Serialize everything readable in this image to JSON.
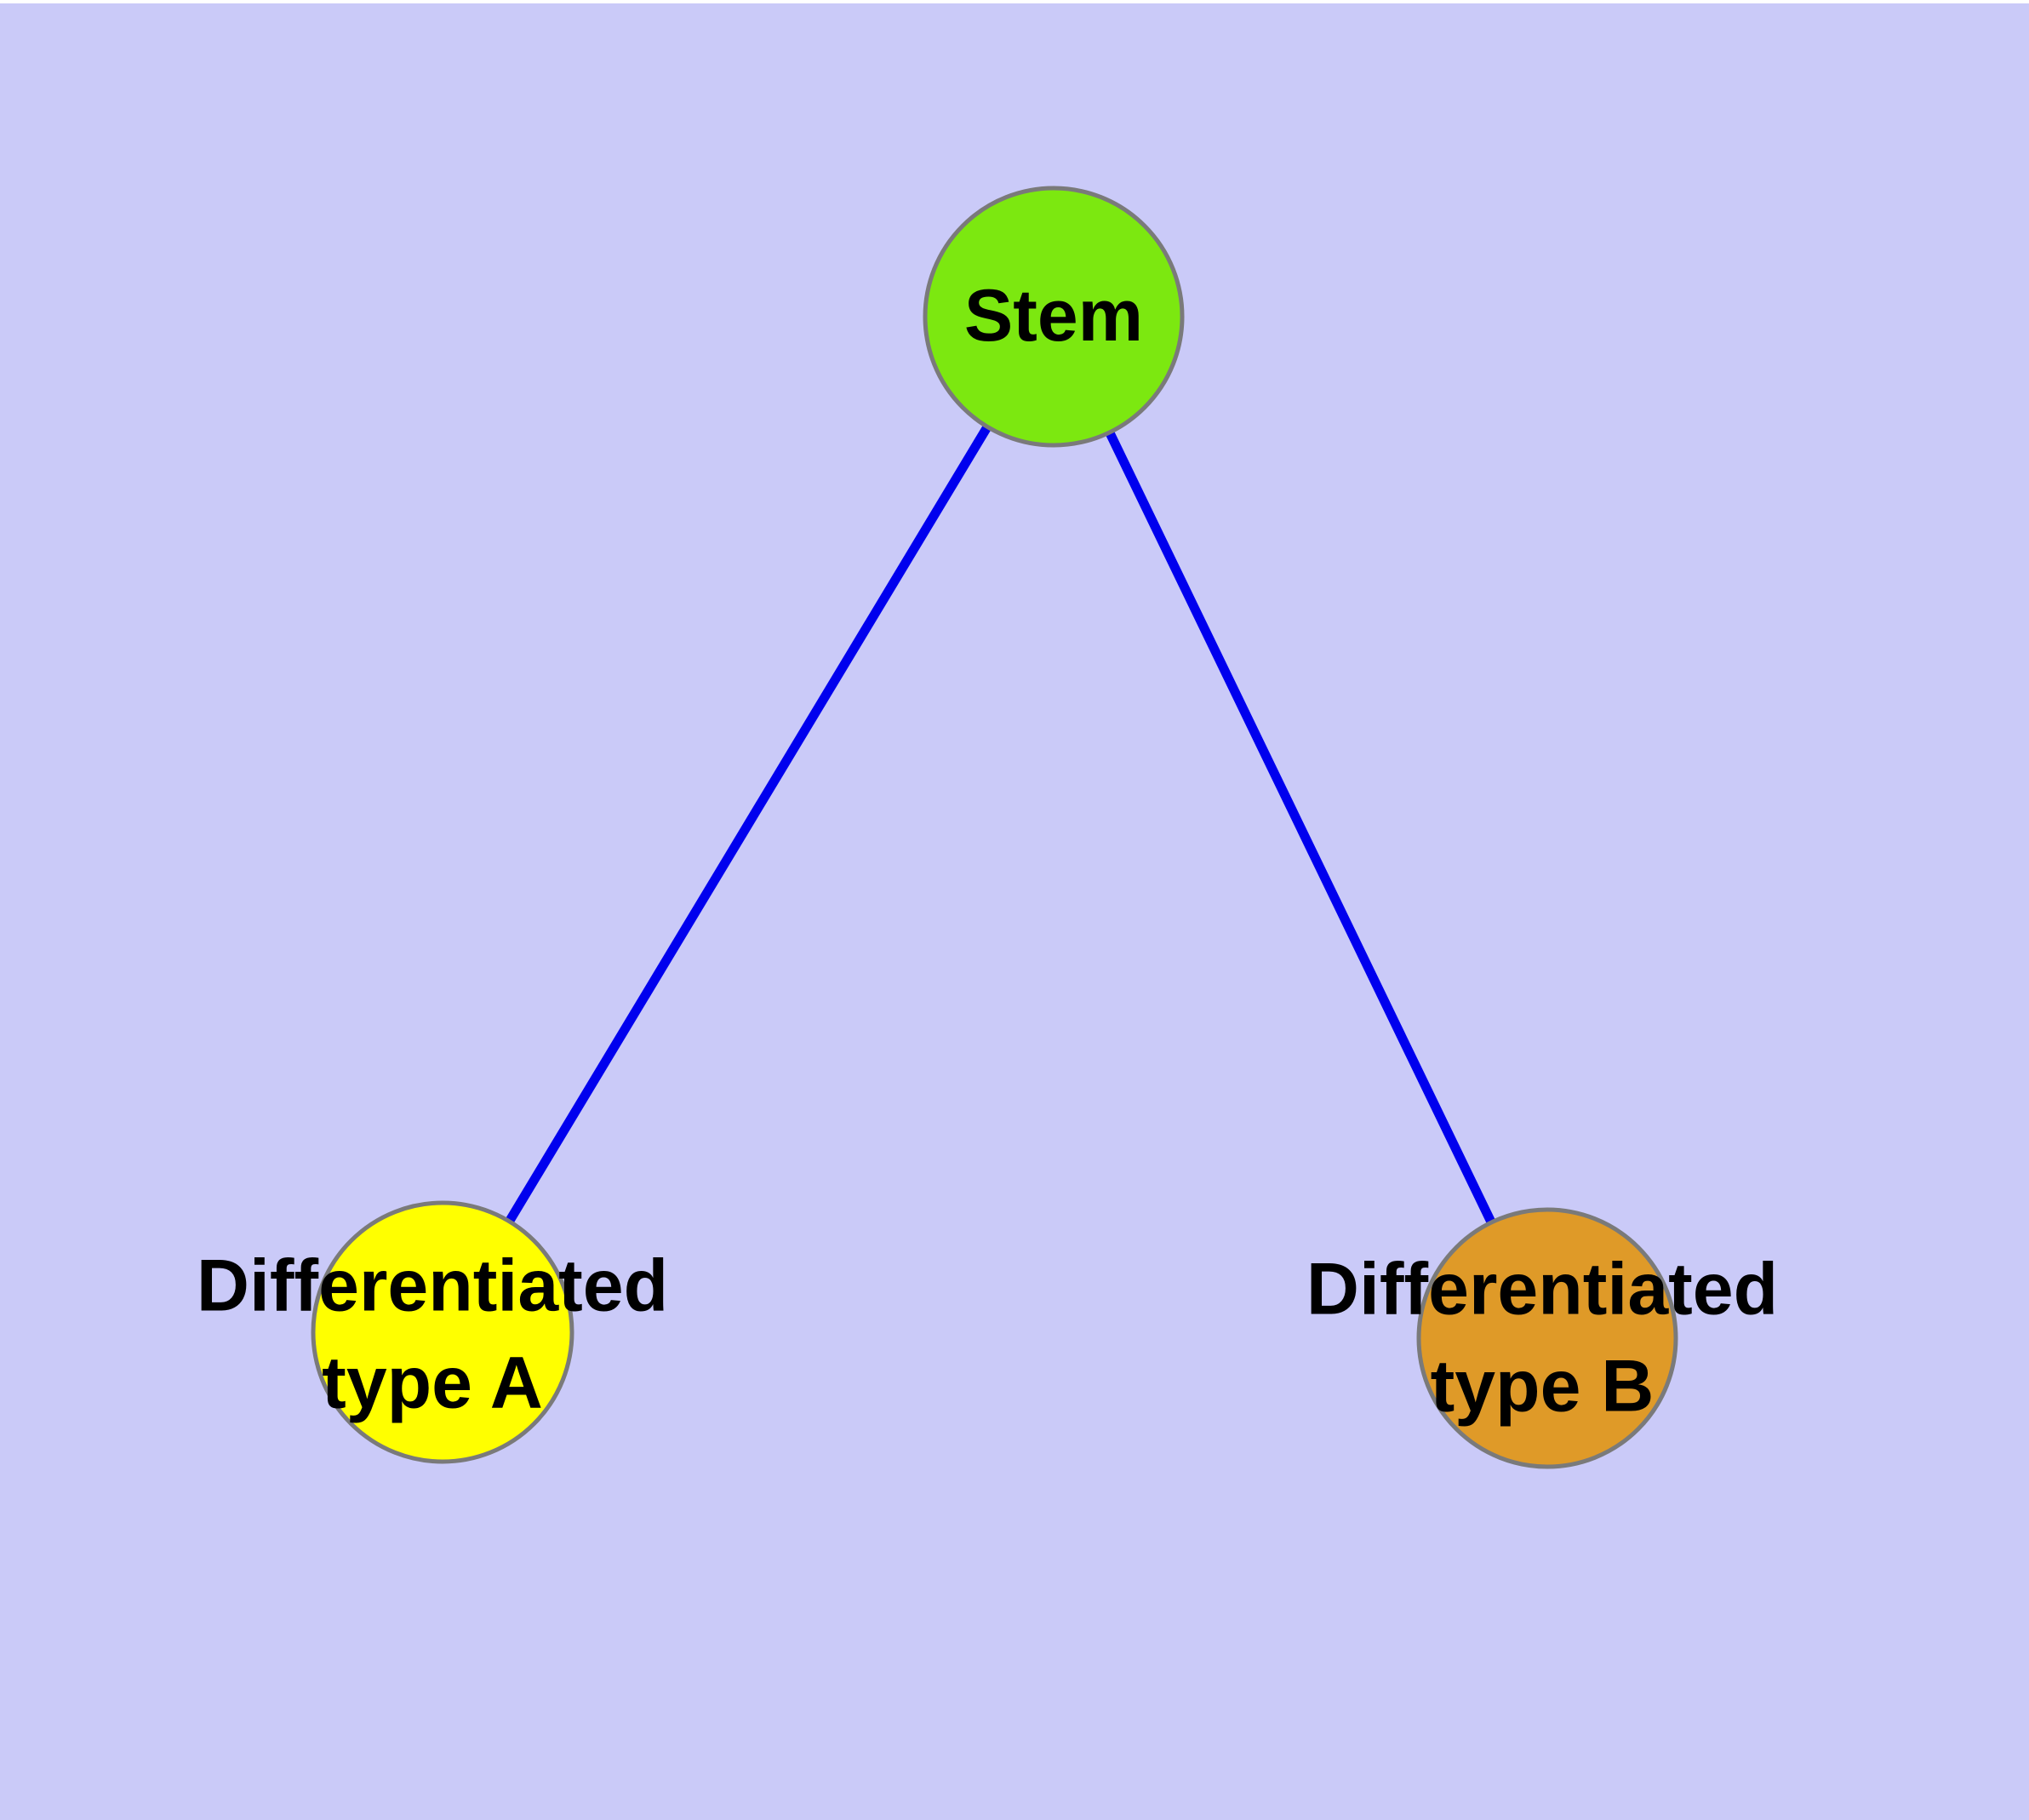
{
  "diagram": {
    "background_color": "#CACAF8",
    "edge_color": "#0000EE",
    "node_border_color": "#7A7A7A",
    "nodes": [
      {
        "id": "stem",
        "label": "Stem",
        "fill": "#7CE810"
      },
      {
        "id": "type-a",
        "label": "Differentiated\ntype A",
        "fill": "#FFFF00"
      },
      {
        "id": "type-b",
        "label": "Differentiated\ntype B",
        "fill": "#DF9A28"
      }
    ],
    "edges": [
      {
        "source": "Stem",
        "target": "Differentiated type A"
      },
      {
        "source": "Stem",
        "target": "Differentiated type B"
      }
    ]
  }
}
